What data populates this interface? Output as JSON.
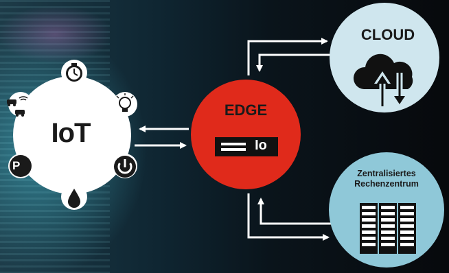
{
  "nodes": {
    "iot": {
      "label": "IoT",
      "parking_glyph": "P"
    },
    "edge": {
      "label": "EDGE",
      "device_text": "Io"
    },
    "cloud": {
      "label": "CLOUD"
    },
    "datacenter": {
      "line1": "Zentralisiertes",
      "line2": "Rechenzentrum"
    }
  },
  "icons": [
    "clock-icon",
    "lightbulb-icon",
    "power-icon",
    "water-drop-icon",
    "parking-icon",
    "connected-cars-icon",
    "cloud-upload-download-icon",
    "edge-device-icon",
    "server-rack-icon"
  ],
  "colors": {
    "edge": "#e02a1b",
    "cloud": "#cfe6ee",
    "datacenter": "#8fc8d8",
    "iot": "#ffffff"
  }
}
